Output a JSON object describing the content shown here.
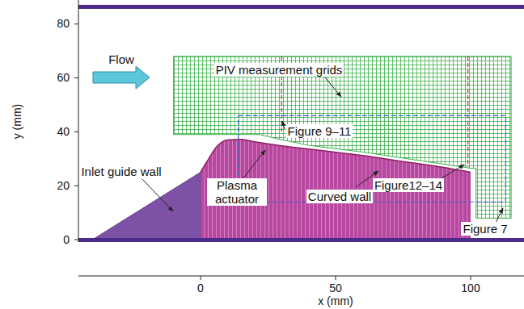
{
  "diagram": {
    "labels": [
      "Flow",
      "PIV measurement grids",
      "Inlet guide wall",
      "Plasma actuator",
      "Curved wall",
      "Figure 9–11",
      "Figure12–14",
      "Figure 7",
      "0",
      "20",
      "40",
      "60",
      "80",
      "0",
      "50",
      "100",
      "x (mm)",
      "y (mm)"
    ]
  }
}
